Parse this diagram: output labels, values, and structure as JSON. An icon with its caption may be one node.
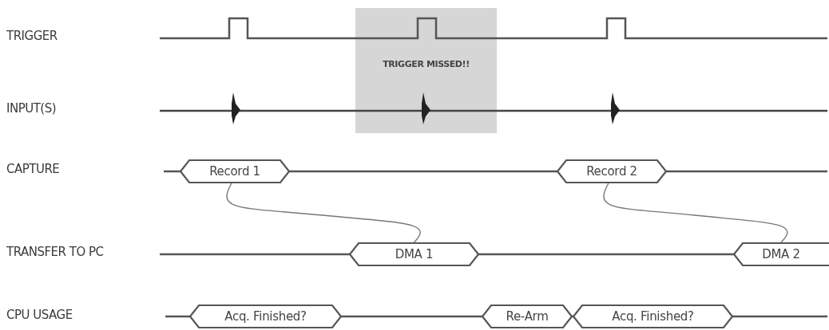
{
  "diagram": {
    "nodes": [
      {
        "text": [
          "TRIGGER MISSED!!"
        ]
      },
      {
        "text": [
          "Record 1"
        ]
      },
      {
        "text": [
          "Record 2"
        ]
      },
      {
        "text": [
          "DMA 1"
        ]
      },
      {
        "text": [
          "DMA 2"
        ]
      },
      {
        "text": [
          "Acq. Finished?"
        ]
      },
      {
        "text": [
          "Re-Arm"
        ]
      },
      {
        "text": [
          "Acq. Finished?"
        ]
      }
    ],
    "edges": [
      {
        "from": 1,
        "to": 3,
        "arrow": "none"
      },
      {
        "from": 2,
        "to": 4,
        "arrow": "none"
      }
    ],
    "labels": [
      "TRIGGER",
      "INPUT(S)",
      "CAPTURE",
      "TRANSFER TO PC",
      "CPU USAGE"
    ]
  }
}
